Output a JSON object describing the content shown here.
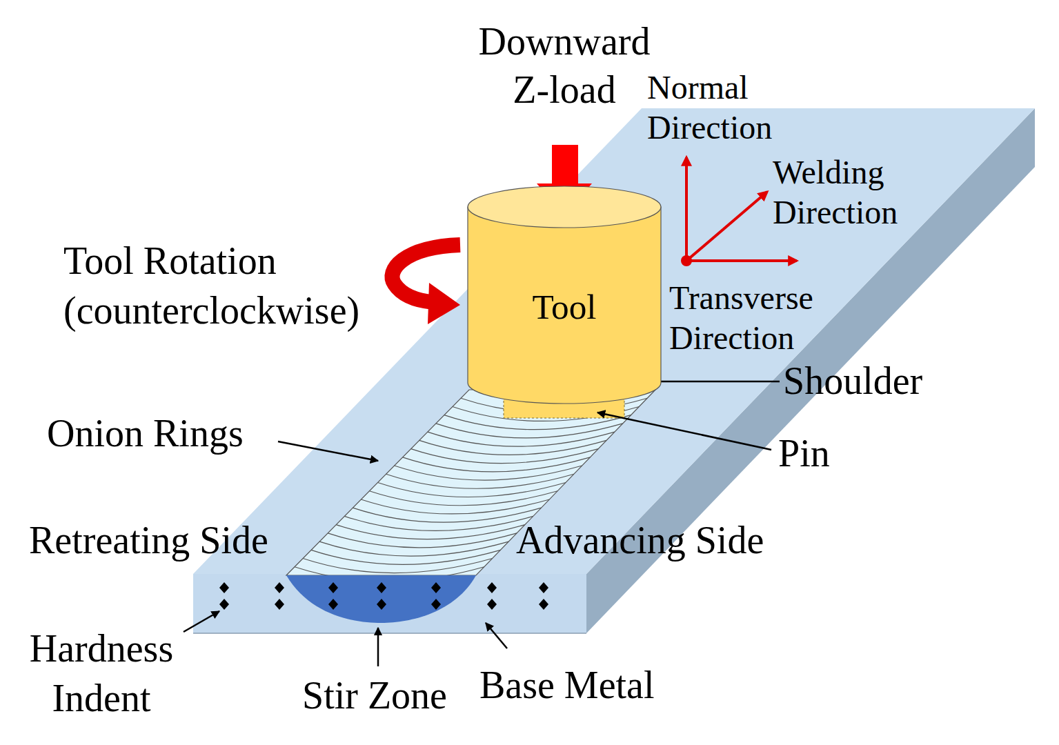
{
  "diagram": {
    "nodes": [
      {
        "text": [
          "Tool"
        ]
      }
    ],
    "labels": [
      "Downward Z-load",
      "Normal Direction",
      "Welding Direction",
      "Tool Rotation (counterclockwise)",
      "Transverse Direction",
      "Shoulder",
      "Onion Rings",
      "Pin",
      "Retreating Side",
      "Advancing Side",
      "Hardness Indent",
      "Stir Zone",
      "Base Metal"
    ]
  }
}
